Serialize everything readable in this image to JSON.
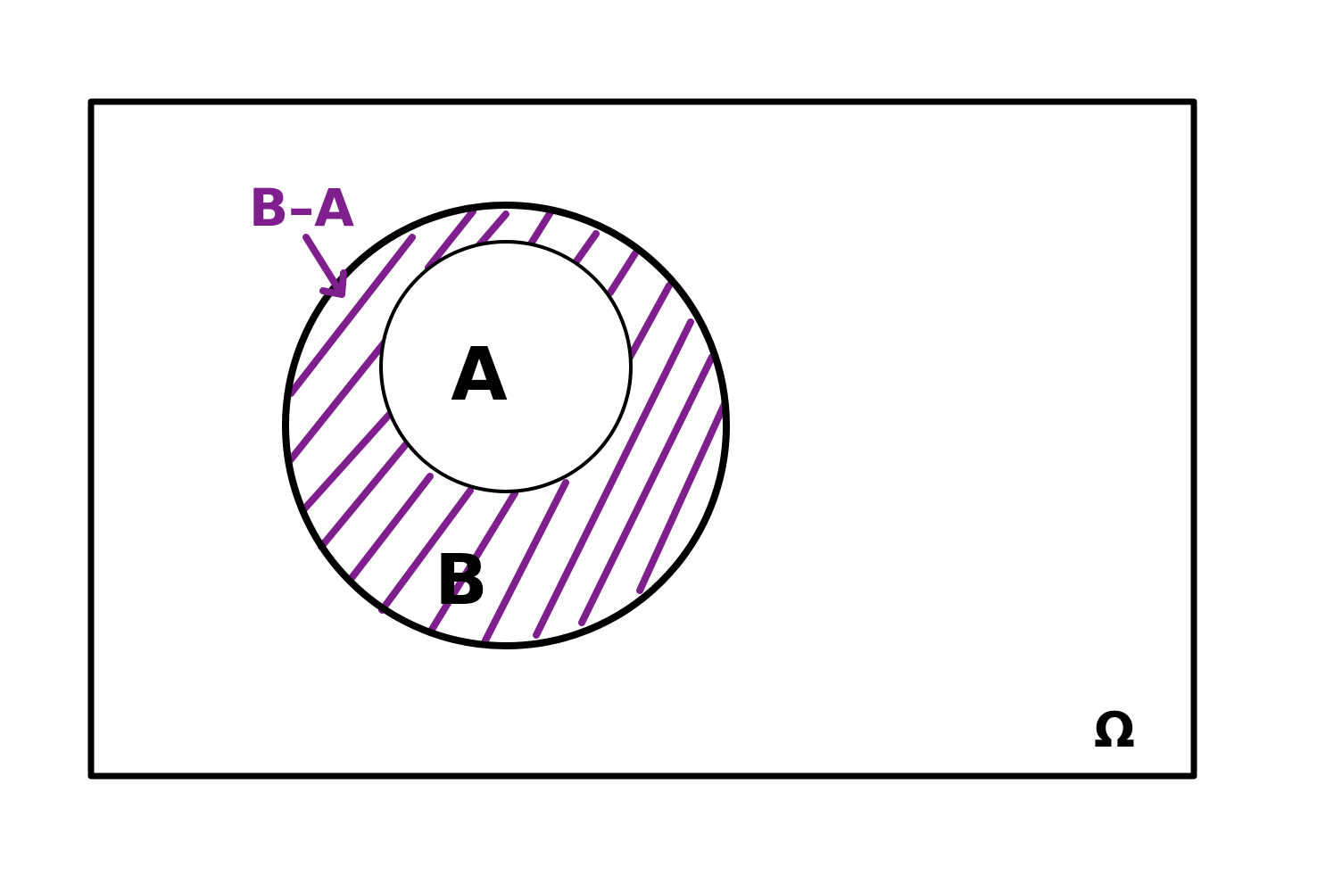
{
  "diagram": {
    "universe_label": "Ω",
    "outer_set_label": "B",
    "inner_set_label": "A",
    "shaded_region_label": "B–A"
  },
  "colors": {
    "stroke": "#000000",
    "hatch": "#7f1f8e",
    "background": "#ffffff"
  },
  "icons": {
    "pointer": "arrow-down-right-icon"
  }
}
